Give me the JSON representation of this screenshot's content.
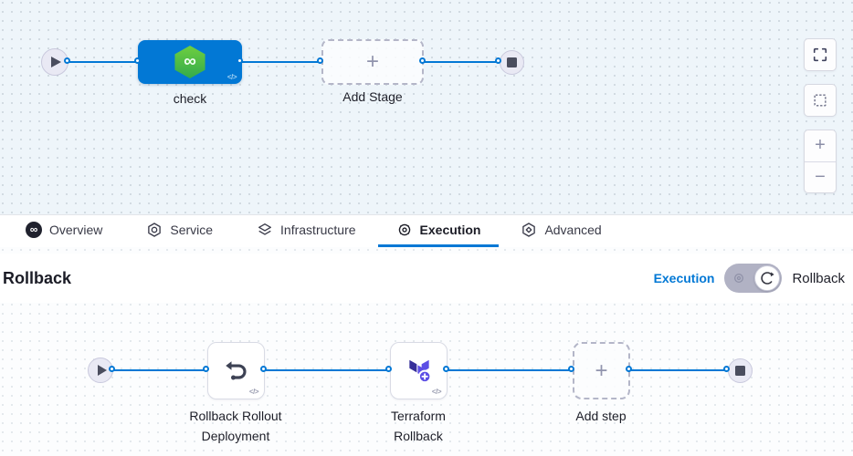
{
  "pipeline_editor": {
    "stage_label": "check",
    "add_stage_label": "Add Stage",
    "code_icon_glyph": "</>"
  },
  "zoom_controls": {
    "zoom_in_glyph": "+",
    "zoom_out_glyph": "−"
  },
  "icons": {
    "infinity_glyph": "∞",
    "plus_glyph": "+"
  },
  "tabs": {
    "items": [
      {
        "label": "Overview",
        "active": false
      },
      {
        "label": "Service",
        "active": false
      },
      {
        "label": "Infrastructure",
        "active": false
      },
      {
        "label": "Execution",
        "active": true
      },
      {
        "label": "Advanced",
        "active": false
      }
    ]
  },
  "rollback_section": {
    "heading": "Rollback",
    "mode_toggle": {
      "execution_label": "Execution",
      "rollback_label": "Rollback",
      "selected": "Rollback"
    },
    "steps": [
      {
        "name": "Rollback Rollout Deployment",
        "line1": "Rollback Rollout",
        "line2": "Deployment"
      },
      {
        "name": "Terraform Rollback",
        "line1": "Terraform",
        "line2": "Rollback"
      }
    ],
    "add_step_label": "Add step"
  },
  "colors": {
    "accent_blue": "#0278d5",
    "stage_blue": "#0278d5",
    "harness_green": "#3fb44c",
    "terraform_purple": "#5c4ee5"
  }
}
